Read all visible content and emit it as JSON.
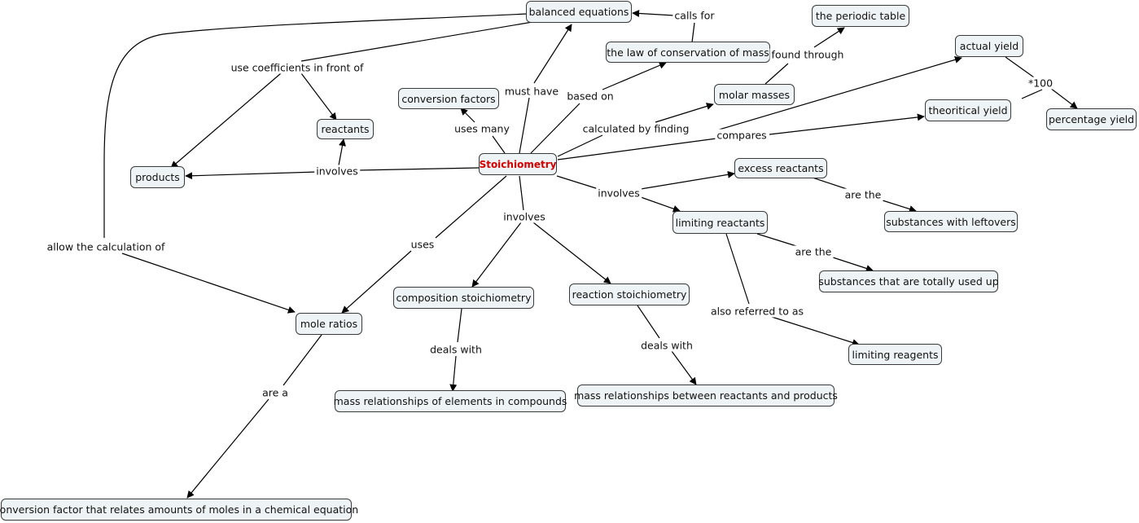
{
  "concept_map": {
    "central": "Stoichiometry",
    "colors": {
      "central_text": "#d40000",
      "node_fill": "#eef3f5",
      "node_border": "#3a3a3a",
      "line": "#000000"
    },
    "nodes": {
      "balanced_equations": "balanced equations",
      "law_conservation": "the law of conservation of mass",
      "periodic_table": "the periodic table",
      "actual_yield": "actual yield",
      "conversion_factors": "conversion factors",
      "reactants": "reactants",
      "molar_masses": "molar masses",
      "theoretical_yield": "theoritical yield",
      "percentage_yield": "percentage yield",
      "products": "products",
      "excess_reactants": "excess reactants",
      "limiting_reactants": "limiting reactants",
      "substances_leftovers": "substances with leftovers",
      "substances_used_up": "substances that are totally used up",
      "composition_stoich": "composition stoichiometry",
      "reaction_stoich": "reaction stoichiometry",
      "mole_ratios": "mole ratios",
      "limiting_reagents": "limiting reagents",
      "mass_rel_elements": "mass relationships of elements in compounds",
      "mass_rel_reactants": "mass relationships between reactants and products",
      "conversion_factor_moles": "conversion factor that relates amounts of moles in a chemical equation"
    },
    "links": {
      "calls_for": "calls for",
      "found_through": "found through",
      "use_coefficients": "use coefficients in front of",
      "must_have": "must have",
      "based_on": "based on",
      "times_100": "*100",
      "uses_many": "uses many",
      "calculated_by_finding": "calculated by finding",
      "compares": "compares",
      "involves_products": "involves",
      "involves_excess": "involves",
      "involves_comp": "involves",
      "are_the_leftovers": "are the",
      "are_the_used_up": "are the",
      "allow_calculation": "allow the calculation of",
      "uses": "uses",
      "also_referred": "also referred to as",
      "deals_with_comp": "deals with",
      "deals_with_react": "deals with",
      "are_a": "are a"
    }
  }
}
